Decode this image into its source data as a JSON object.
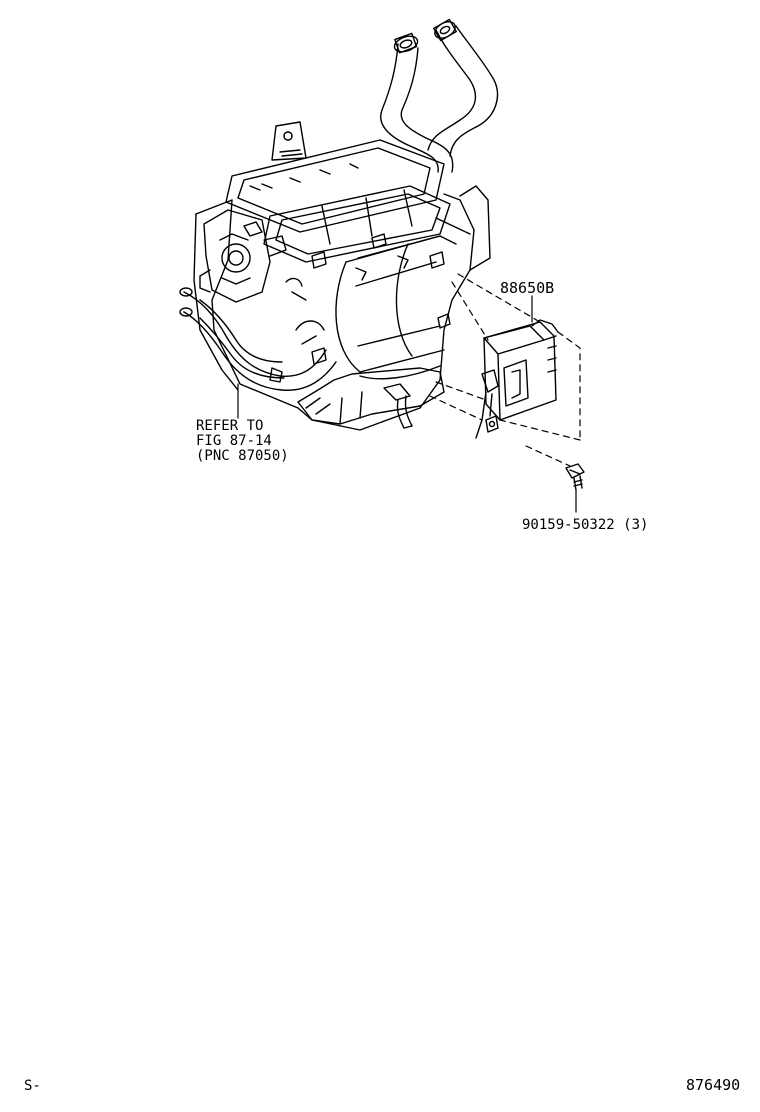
{
  "diagram": {
    "callouts": {
      "refer_to": {
        "line1": "REFER TO",
        "line2": "FIG 87-14",
        "line3": "(PNC 87050)"
      },
      "part_amplifier": "88650B",
      "part_screw": "90159-50322 (3)"
    },
    "footer": {
      "left_code": "S-",
      "figure_number": "876490"
    },
    "colors": {
      "line": "#000000",
      "background": "#ffffff"
    }
  }
}
